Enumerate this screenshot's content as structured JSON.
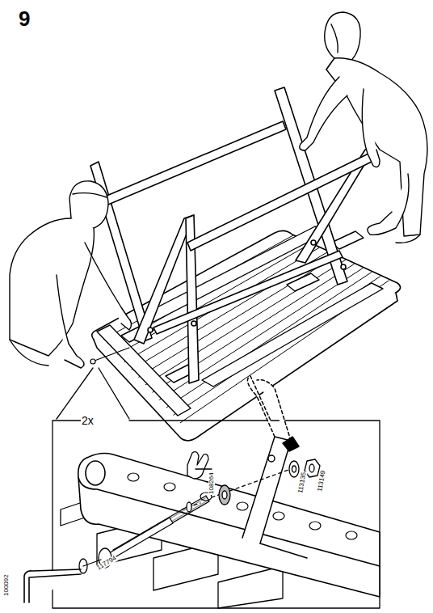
{
  "diagram": {
    "labels": [
      "9",
      "2x",
      "108264",
      "113135",
      "113149",
      "117794",
      "100092"
    ]
  }
}
